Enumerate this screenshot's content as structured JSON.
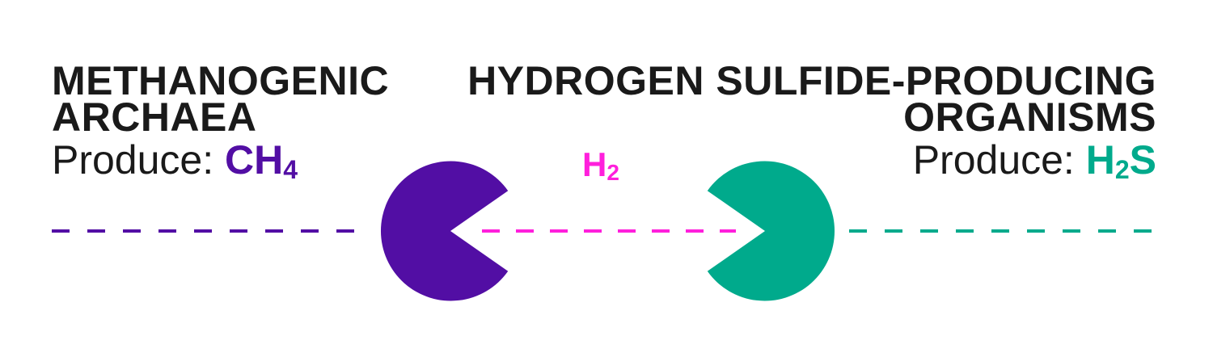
{
  "colors": {
    "text": "#1a1a1a",
    "methanogen": "#520ea4",
    "hydrogen": "#ff1fdc",
    "sulfide_producer": "#00aa8c"
  },
  "left_organism": {
    "heading_line1": "METHANOGENIC",
    "heading_line2": "ARCHAEA",
    "produce_label": "Produce:",
    "formula_main": "CH",
    "formula_sub": "4",
    "formula_tail": "",
    "icon": "pacman-facing-right"
  },
  "center": {
    "formula_main": "H",
    "formula_sub": "2"
  },
  "right_organism": {
    "heading_line1": "HYDROGEN SULFIDE-PRODUCING",
    "heading_line2": "ORGANISMS",
    "produce_label": "Produce:",
    "formula_main": "H",
    "formula_sub": "2",
    "formula_tail": "S",
    "icon": "pacman-facing-left"
  }
}
